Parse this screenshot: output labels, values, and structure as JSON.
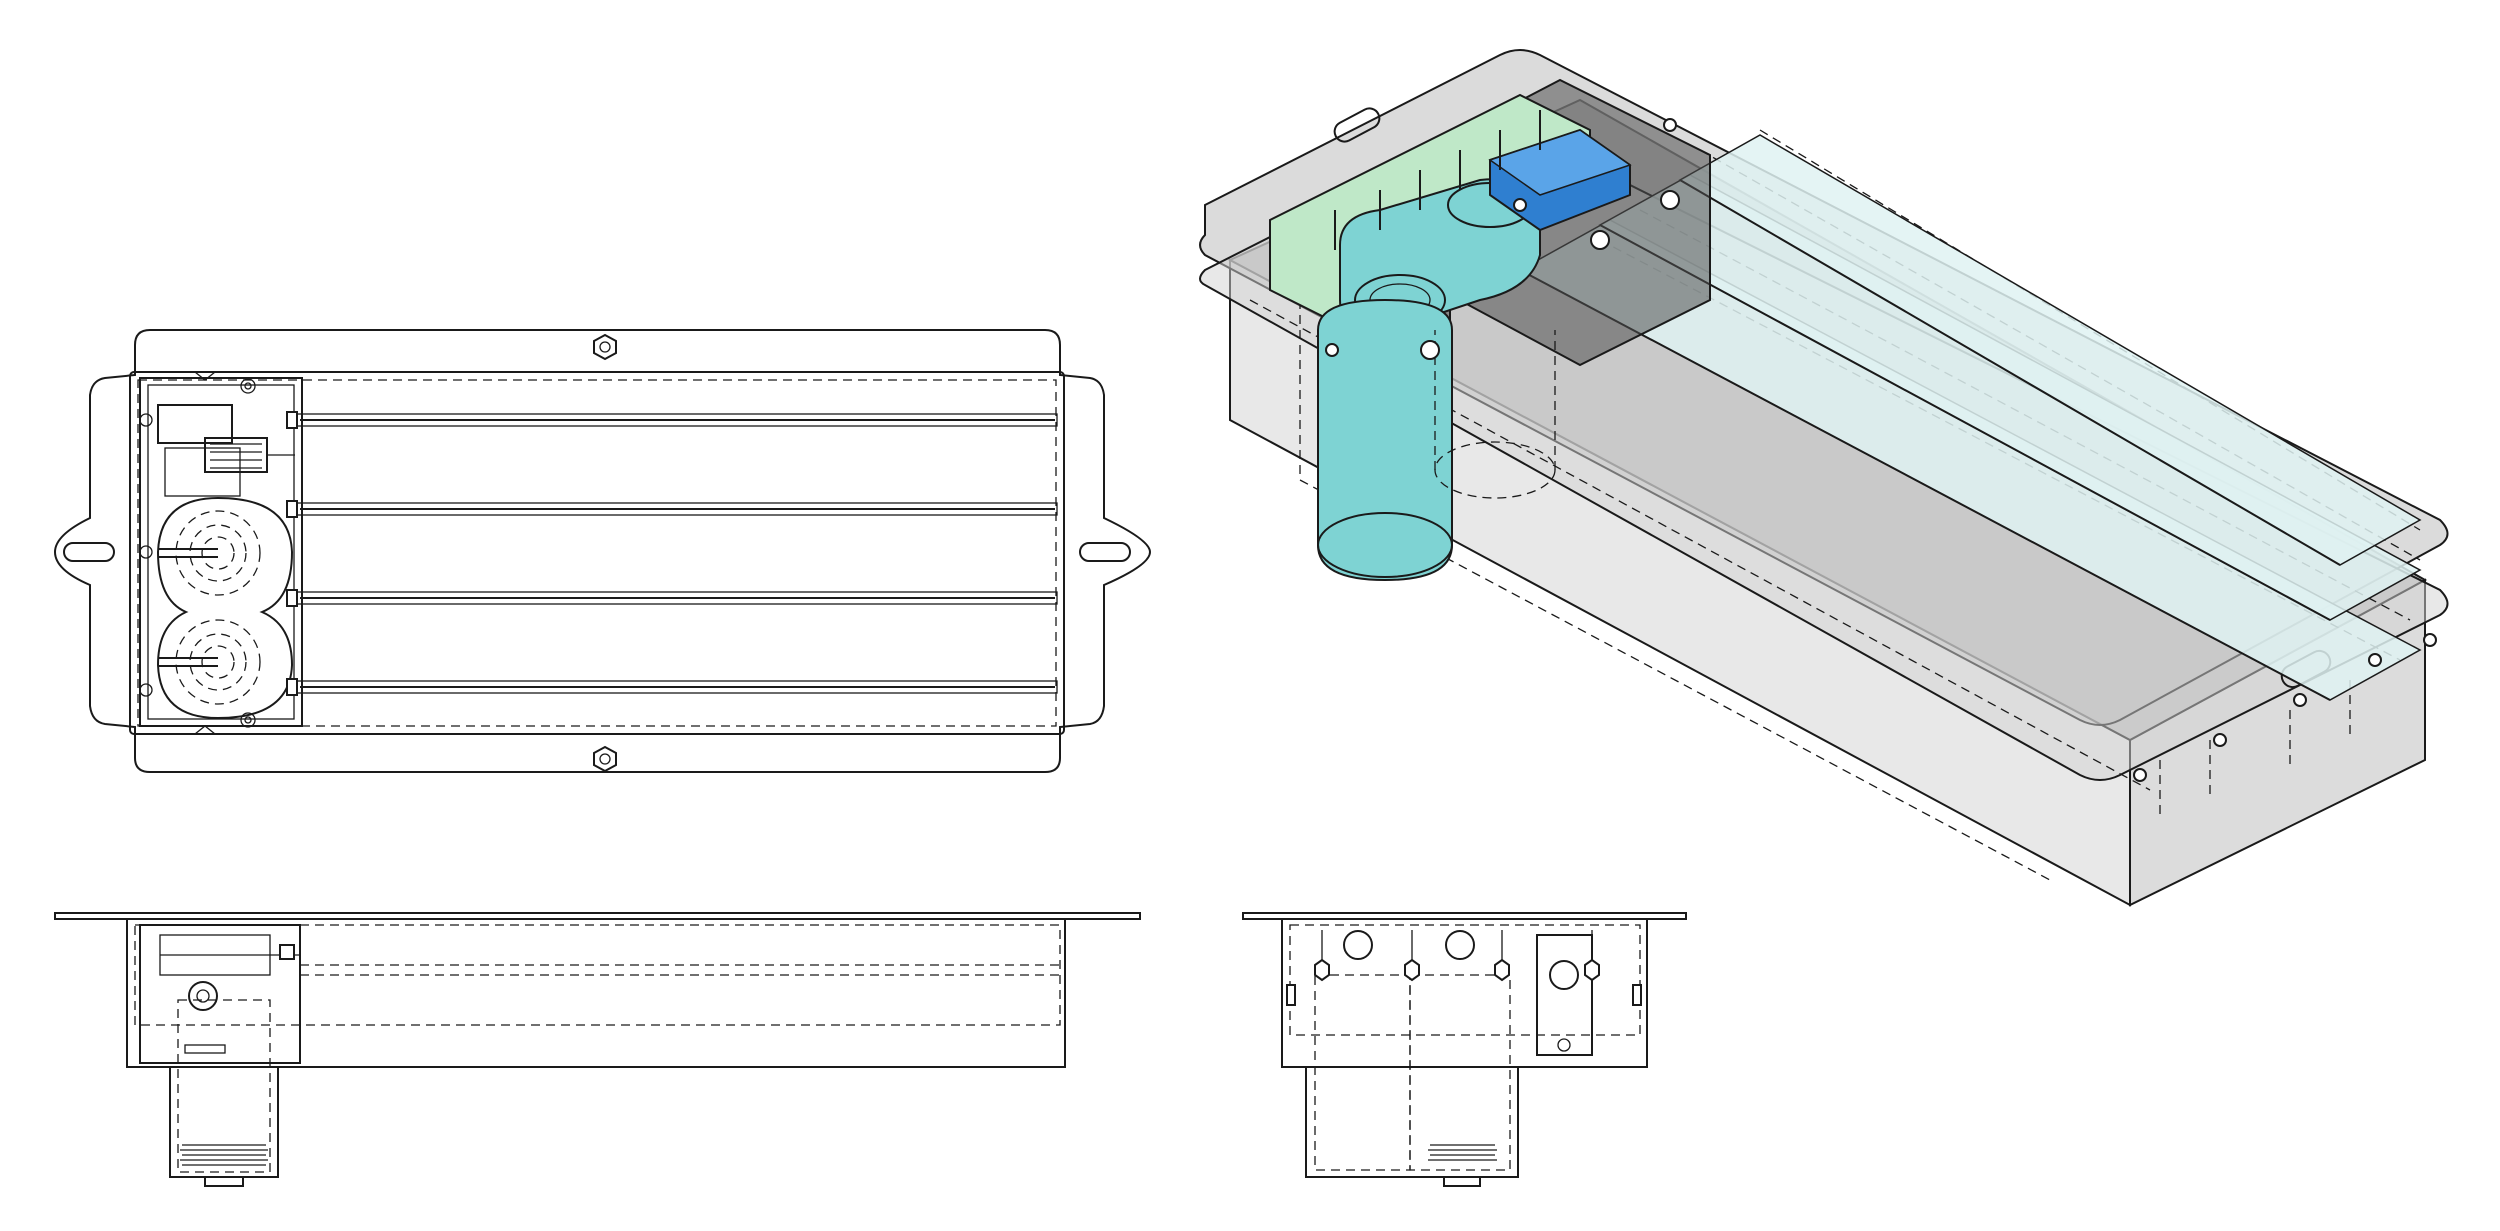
{
  "drawing": {
    "views": [
      {
        "id": "top-view",
        "kind": "plan"
      },
      {
        "id": "front-view",
        "kind": "elevation"
      },
      {
        "id": "side-view",
        "kind": "elevation"
      },
      {
        "id": "isometric-view",
        "kind": "isometric"
      }
    ],
    "text_labels": [],
    "colors": {
      "line": "#1a1a1a",
      "background": "#ffffff",
      "housing_fill": "#d6d6d6",
      "housing_dark": "#a9a9a9",
      "teal_component": "#7ed3d3",
      "light_green_component": "#bfe8c8",
      "blue_component": "#2f7fd0",
      "glass_panel": "#dff2f2"
    }
  }
}
